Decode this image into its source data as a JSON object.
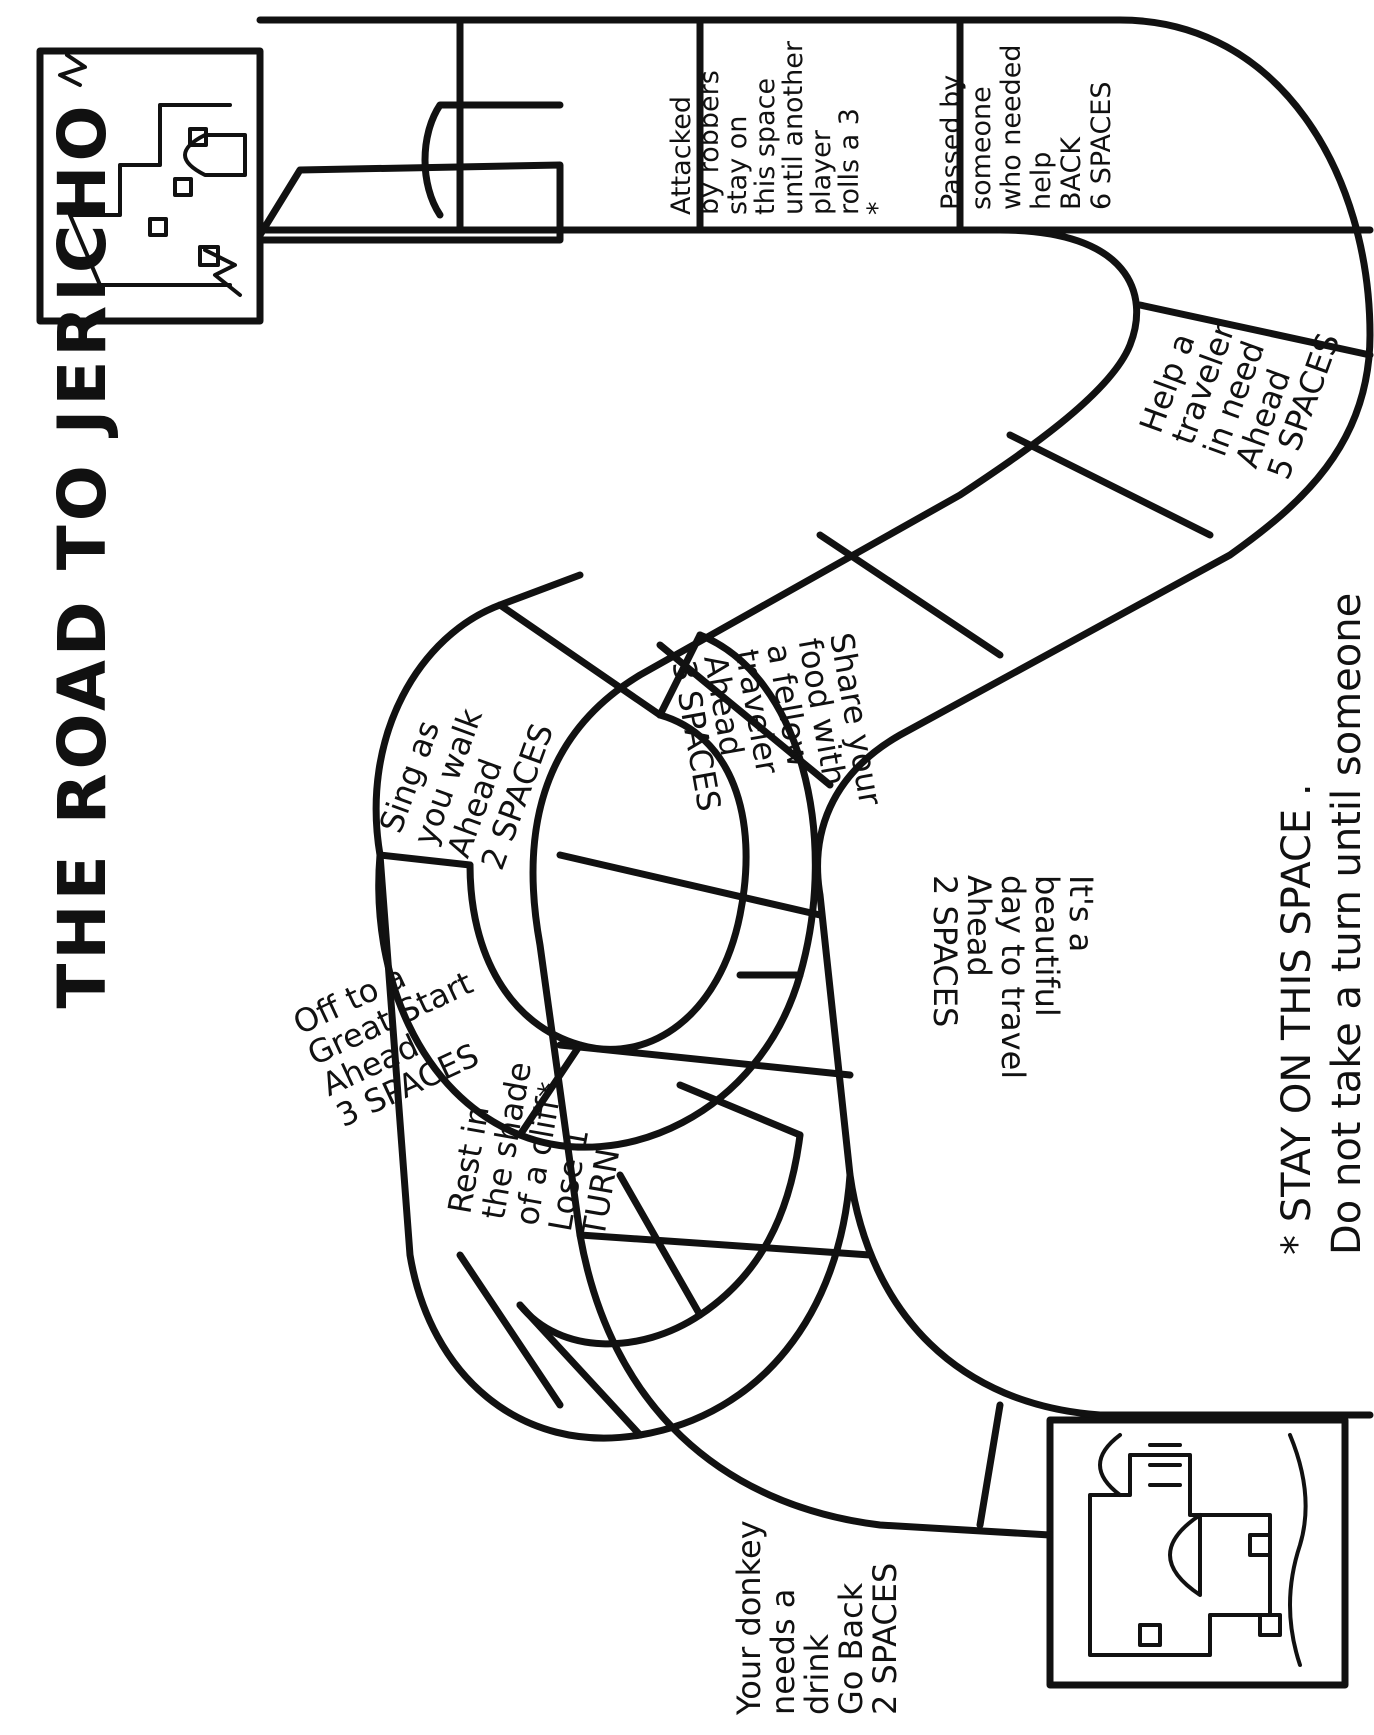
{
  "title": "THE ROAD TO JERICHO",
  "palette": {
    "ink": "#111111",
    "paper": "#ffffff"
  },
  "icons": {
    "start_town": "jerusalem-city-icon",
    "end_town": "jericho-city-icon"
  },
  "spaces": [
    {
      "id": "off-to-great-start",
      "lines": [
        "Off to a",
        "Great Start",
        "Ahead",
        "3 SPACES"
      ]
    },
    {
      "id": "rest-in-shade",
      "lines": [
        "Rest in",
        "the shade",
        "of a cliff*",
        "Lose 1",
        "TURN"
      ]
    },
    {
      "id": "donkey-drink",
      "lines": [
        "Your donkey",
        "needs a",
        "drink",
        "Go Back",
        "2 SPACES"
      ]
    },
    {
      "id": "beautiful-day",
      "lines": [
        "It's a",
        "beautiful",
        "day to travel",
        "Ahead",
        "2 SPACES"
      ]
    },
    {
      "id": "sing-as-you-walk",
      "lines": [
        "Sing as",
        "you walk",
        "Ahead",
        "2 SPACES"
      ]
    },
    {
      "id": "share-food",
      "lines": [
        "Share your",
        "food with",
        "a fellow",
        "traveler",
        "Ahead",
        "3 SPACES"
      ]
    },
    {
      "id": "help-traveler",
      "lines": [
        "Help a",
        "traveler",
        "in need",
        "Ahead",
        "5 SPACES"
      ]
    },
    {
      "id": "passed-by",
      "lines": [
        "Passed by",
        "someone",
        "who needed",
        "help",
        "BACK",
        "6 SPACES"
      ]
    },
    {
      "id": "attacked-by-robbers",
      "lines": [
        "Attacked",
        "by robbers",
        "stay on",
        "this space",
        "until another",
        "player",
        "rolls a 3",
        "*"
      ]
    }
  ],
  "footnote": {
    "heading": "* STAY ON THIS SPACE .",
    "line2": "Do not take a turn until someone"
  }
}
